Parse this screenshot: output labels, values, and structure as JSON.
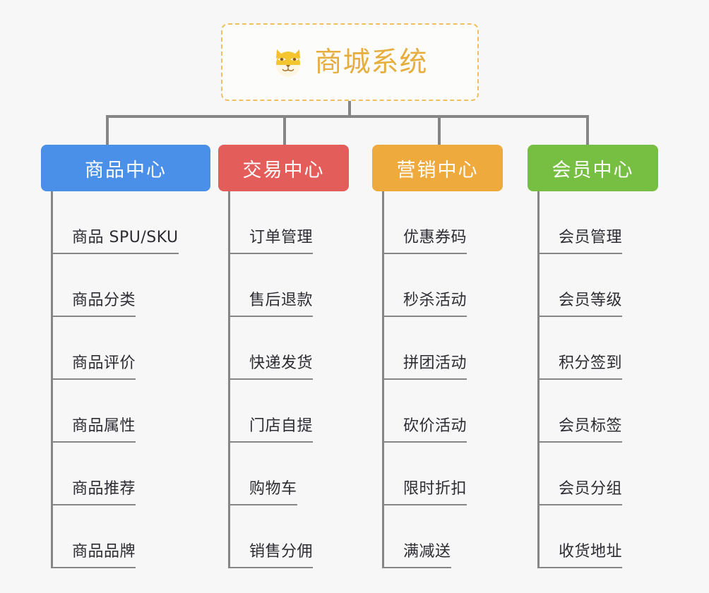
{
  "root": {
    "title": "商城系统",
    "icon": "shiba-dog-face-icon",
    "border_color": "#f0c060",
    "title_color": "#e5ae3e",
    "background": "#fcfcfa"
  },
  "canvas": {
    "background": "#f7f7f7",
    "connector_color": "#868686"
  },
  "categories": [
    {
      "label": "商品中心",
      "color": "#4a90e8",
      "items": [
        "商品 SPU/SKU",
        "商品分类",
        "商品评价",
        "商品属性",
        "商品推荐",
        "商品品牌"
      ]
    },
    {
      "label": "交易中心",
      "color": "#e35d5b",
      "items": [
        "订单管理",
        "售后退款",
        "快递发货",
        "门店自提",
        "购物车",
        "销售分佣"
      ]
    },
    {
      "label": "营销中心",
      "color": "#eeaa3c",
      "items": [
        "优惠券码",
        "秒杀活动",
        "拼团活动",
        "砍价活动",
        "限时折扣",
        "满减送"
      ]
    },
    {
      "label": "会员中心",
      "color": "#76bf43",
      "items": [
        "会员管理",
        "会员等级",
        "积分签到",
        "会员标签",
        "会员分组",
        "收货地址"
      ]
    }
  ]
}
